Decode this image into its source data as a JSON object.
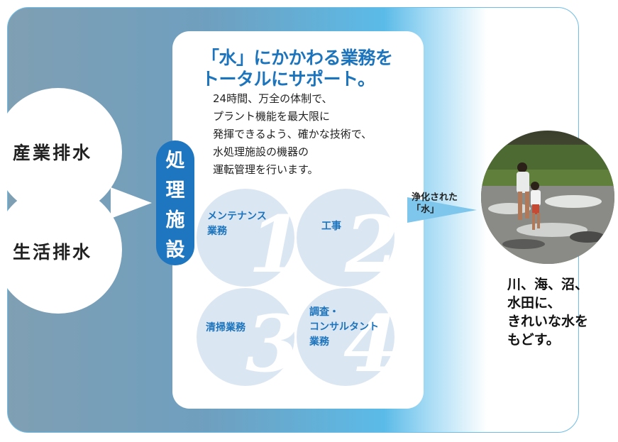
{
  "sources": {
    "industrial": "産業排水",
    "domestic": "生活排水"
  },
  "process_label": [
    "処",
    "理",
    "施",
    "設"
  ],
  "headline": [
    "「水」にかかわる業務を",
    "トータルにサポート。"
  ],
  "body_lines": [
    "24時間、万全の体制で、",
    "プラント機能を最大限に",
    "発揮できるよう、確かな技術で、",
    "水処理施設の機器の",
    "運転管理を行います。"
  ],
  "tasks": [
    {
      "number": "1",
      "label_lines": [
        "メンテナンス",
        "業務"
      ]
    },
    {
      "number": "2",
      "label_lines": [
        "工事"
      ]
    },
    {
      "number": "3",
      "label_lines": [
        "清掃業務"
      ]
    },
    {
      "number": "4",
      "label_lines": [
        "調査・",
        "コンサルタント",
        "業務"
      ]
    }
  ],
  "purified_lines": [
    "浄化された",
    "「水」"
  ],
  "destination_lines": [
    "川、海、沼、",
    "水田に、",
    "きれいな水を",
    "もどす。"
  ],
  "photo_icon": "river-children-photo",
  "colors": {
    "accent_blue": "#1c74bd",
    "process_blue": "#1f76c0",
    "task_circle": "#dbe6f3",
    "arrow_blue": "#7ec6ec"
  }
}
